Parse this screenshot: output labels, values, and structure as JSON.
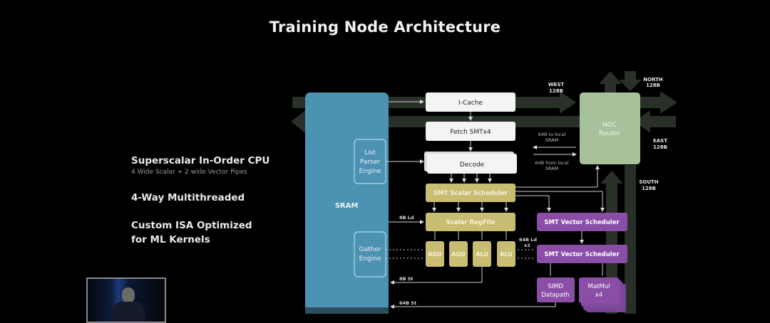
{
  "title": "Training Node Architecture",
  "features": [
    {
      "heading": "Superscalar In-Order CPU",
      "sub": "4 Wide Scalar + 2 wide Vector Pipes"
    },
    {
      "heading": "4-Way Multithreaded",
      "sub": ""
    },
    {
      "heading_line1": "Custom ISA Optimized",
      "heading_line2": "for ML Kernels"
    }
  ],
  "blocks": {
    "sram": "SRAM",
    "list_parser_engine": [
      "List",
      "Parser",
      "Engine"
    ],
    "gather_engine": [
      "Gather",
      "Engine"
    ],
    "icache": "I-Cache",
    "fetch": "Fetch  SMTx4",
    "decode": "Decode",
    "smt_scalar_scheduler": "SMT Scalar Scheduler",
    "scalar_regfile": "Scalar RegFile",
    "units": [
      "AGU",
      "AGU",
      "ALU",
      "ALU"
    ],
    "smt_vector_scheduler_1": "SMT Vector Scheduler",
    "smt_vector_scheduler_2": "SMT Vector Scheduler",
    "simd_datapath": [
      "SIMD",
      "Datapath"
    ],
    "matmul": [
      "MatMul",
      "x4"
    ],
    "noc_router": [
      "NOC",
      "Router"
    ]
  },
  "links": {
    "west": [
      "WEST",
      "128B"
    ],
    "north": [
      "NORTH",
      "128B"
    ],
    "east": [
      "EAST",
      "128B"
    ],
    "south": [
      "SOUTH",
      "128B"
    ],
    "to_local_sram": [
      "64B to local",
      "SRAM"
    ],
    "from_local_sram": [
      "64B from local",
      "SRAM"
    ],
    "ld_8b": "8B Ld",
    "st_8b": "8B St",
    "st_64b": "64B St",
    "ld_64b": [
      "64B Ld",
      "x2"
    ]
  },
  "colors": {
    "sram": "#4d93b3",
    "white_block": "#f4f4f4",
    "scalar": "#c9bd74",
    "vector": "#8a4ea6",
    "noc": "#a7c29b",
    "bus": "#2a3129"
  }
}
